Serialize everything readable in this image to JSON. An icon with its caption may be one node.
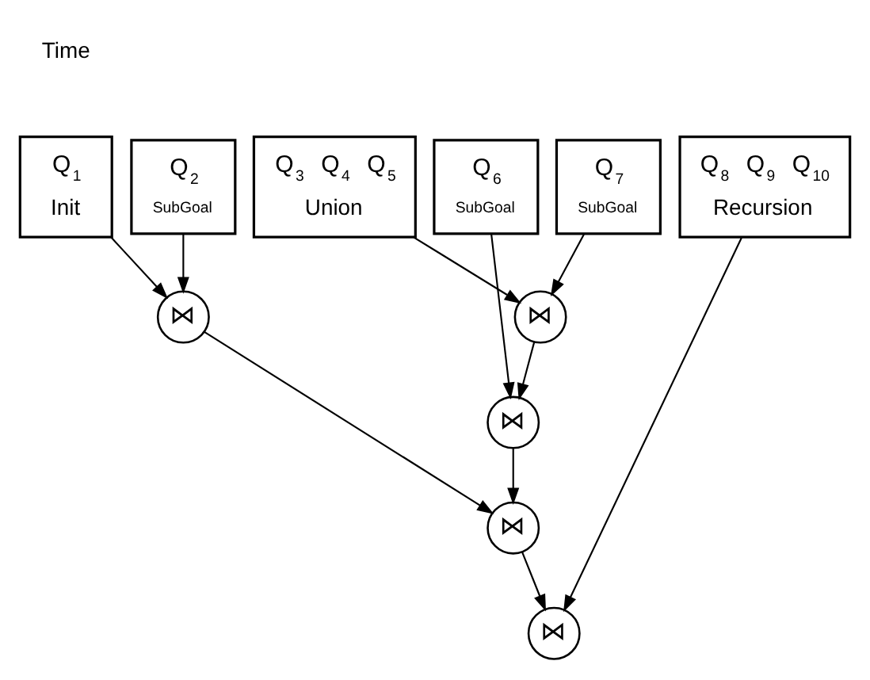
{
  "diagram": {
    "nodes": [
      {
        "text": [
          "Q$_{1}$",
          "Init"
        ]
      },
      {
        "text": [
          "Q$_{2}$",
          "SubGoal"
        ]
      },
      {
        "text": [
          "Q$_{3}$",
          "Q$_{4}$",
          "Q$_{5}$",
          "Union"
        ]
      },
      {
        "text": [
          "Q$_{6}$",
          "SubGoal"
        ]
      },
      {
        "text": [
          "Q$_{7}$",
          "SubGoal"
        ]
      },
      {
        "text": [
          "Q$_{8}$",
          "Q$_{9}$",
          "Q$_{10}$",
          "Recursion"
        ]
      },
      {
        "text": [
          "⋈"
        ]
      },
      {
        "text": [
          "⋈"
        ]
      },
      {
        "text": [
          "⋈"
        ]
      },
      {
        "text": [
          "⋈"
        ]
      },
      {
        "text": [
          "⋈"
        ]
      }
    ],
    "edges": [
      {
        "from": 0,
        "to": 6,
        "arrow": "to"
      },
      {
        "from": 1,
        "to": 6,
        "arrow": "to"
      },
      {
        "from": 2,
        "to": 7,
        "arrow": "to"
      },
      {
        "from": 4,
        "to": 7,
        "arrow": "to"
      },
      {
        "from": 3,
        "to": 8,
        "arrow": "to"
      },
      {
        "from": 7,
        "to": 8,
        "arrow": "to"
      },
      {
        "from": 6,
        "to": 9,
        "arrow": "to"
      },
      {
        "from": 8,
        "to": 9,
        "arrow": "to"
      },
      {
        "from": 9,
        "to": 10,
        "arrow": "to"
      },
      {
        "from": 5,
        "to": 10,
        "arrow": "to"
      }
    ],
    "labels": [
      "Time"
    ]
  }
}
